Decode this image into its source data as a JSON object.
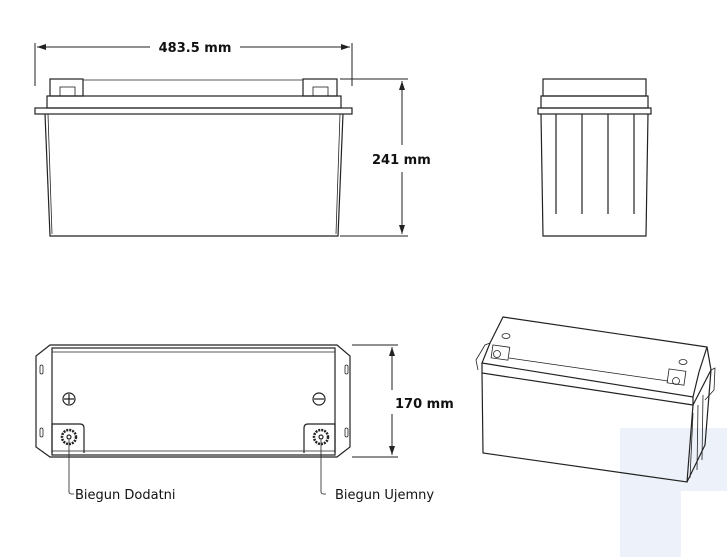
{
  "dimensions": {
    "width": "483.5 mm",
    "height": "241 mm",
    "depth": "170 mm"
  },
  "terminals": {
    "positive": "Biegun Dodatni",
    "negative": "Biegun Ujemny"
  },
  "colors": {
    "line": "#222222",
    "accent_block": "#edf2fa"
  }
}
